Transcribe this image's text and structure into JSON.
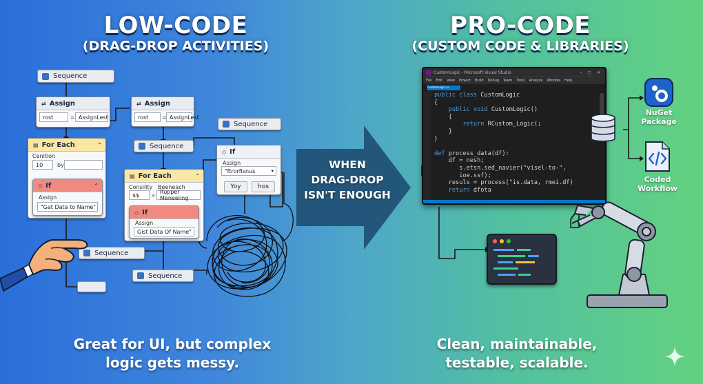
{
  "left": {
    "title": "LOW-CODE",
    "subtitle": "(DRAG-DROP ACTIVITIES)",
    "caption_line1": "Great for UI, but complex",
    "caption_line2": "logic gets messy."
  },
  "right": {
    "title": "PRO-CODE",
    "subtitle": "(CUSTOM CODE & LIBRARIES)",
    "caption_line1": "Clean, maintainable,",
    "caption_line2": "testable, scalable."
  },
  "arrow": {
    "line1": "WHEN",
    "line2": "DRAG-DROP",
    "line3": "ISN'T ENOUGH"
  },
  "workflow": {
    "seq1": "Sequence",
    "assign1": {
      "title": "Assign",
      "to": "rost",
      "value": "AssignLest"
    },
    "assign2": {
      "title": "Assign",
      "to": "rost",
      "value": "AssignLest"
    },
    "seq2": "Sequence",
    "seq3": "Sequence",
    "foreach1": {
      "title": "For Each",
      "cond_label": "Cenition",
      "cond_value": "10",
      "by_label": "by"
    },
    "if1": {
      "title": "If",
      "assign_label": "Assign",
      "assign_value": "\"Gat Data to Name\""
    },
    "foreach2": {
      "title": "For Each",
      "cond_label": "Consility",
      "each_label": "Beeneach",
      "cond_value": "$$",
      "each_value": "Rupper Meneeiing"
    },
    "if2": {
      "title": "If",
      "assign_label": "Assign",
      "assign_value": "Gist Data Of Name\""
    },
    "if3": {
      "title": "If",
      "assign_label": "Assign",
      "select_value": "\"ftrorfisnus",
      "yes": "Yoy",
      "no": "hos"
    },
    "seq4": "Sequence",
    "seq5": "Sequence"
  },
  "ide": {
    "title": "CustomLogic - Microsoft Visual Studio",
    "menu": [
      "File",
      "Edit",
      "View",
      "Project",
      "Build",
      "Debug",
      "Team",
      "Tools",
      "Analyze",
      "Window",
      "Help"
    ],
    "tab": "CustomLogic.cs",
    "code_lines": [
      "public class CustomLogic",
      "{",
      "    public void CustomLogic()",
      "    {",
      "        return RCustom_Logic(;",
      "    }",
      "}",
      "",
      "def process_data(df):",
      "    df = nesh;",
      "       s.etsn.sed_navier(\"visel-to-\",",
      "       ioe.ssf);",
      "    resuls = process(\"is.data, rmei.df)",
      "    return dfota"
    ]
  },
  "nodes": {
    "nuget_line1": "NuGet",
    "nuget_line2": "Package",
    "coded_line1": "Coded",
    "coded_line2": "Workflow"
  },
  "colors": {
    "bg_left": "#2a6fd9",
    "bg_right": "#63d27f",
    "arrow": "#1f4f73",
    "foreach_header": "#fbe7a4",
    "if_header": "#f08a80",
    "ide_bg": "#1e1e1e",
    "ide_accent": "#007acc"
  }
}
